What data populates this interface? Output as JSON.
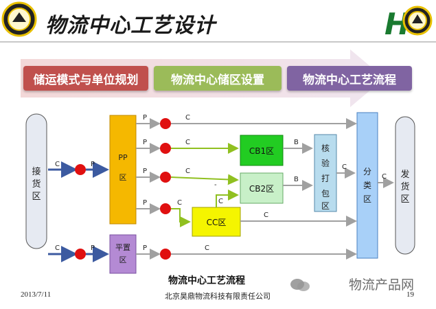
{
  "slide": {
    "title": "物流中心工艺设计",
    "steps": [
      "储运模式与单位规划",
      "物流中心储区设置",
      "物流中心工艺流程"
    ],
    "caption": "物流中心工艺流程",
    "footer_date": "2013/7/11",
    "footer_company": "北京昊鼎物流科技有限责任公司",
    "footer_page": "19",
    "watermark": "物流产品网",
    "logo_right_text": "H"
  },
  "diagram": {
    "receiving": "接货区",
    "pp_zone": [
      "PP",
      "区"
    ],
    "flat_zone": [
      "平置",
      "区"
    ],
    "cb1": "CB1区",
    "cb2": "CB2区",
    "cc": "CC区",
    "check_pack": [
      "核",
      "验",
      "打",
      "包",
      "区"
    ],
    "sort": [
      "分",
      "类",
      "区"
    ],
    "ship": [
      "发",
      "货",
      "区"
    ],
    "label_c": "C",
    "label_p": "P",
    "label_b": "B",
    "label_dash": "-"
  },
  "colors": {
    "pp_fill": "#f5b800",
    "flat_fill": "#b48ad4",
    "cb1_fill": "#22cc22",
    "cb2_fill": "#c8f0c8",
    "cc_fill": "#f5f500",
    "check_fill": "#b8dcee",
    "sort_fill": "#a8d0f8",
    "node_red": "#e01010",
    "arrow_green": "#90c020",
    "arrow_blue": "#3c5aa0",
    "arrow_grey": "#a0a0a0"
  }
}
